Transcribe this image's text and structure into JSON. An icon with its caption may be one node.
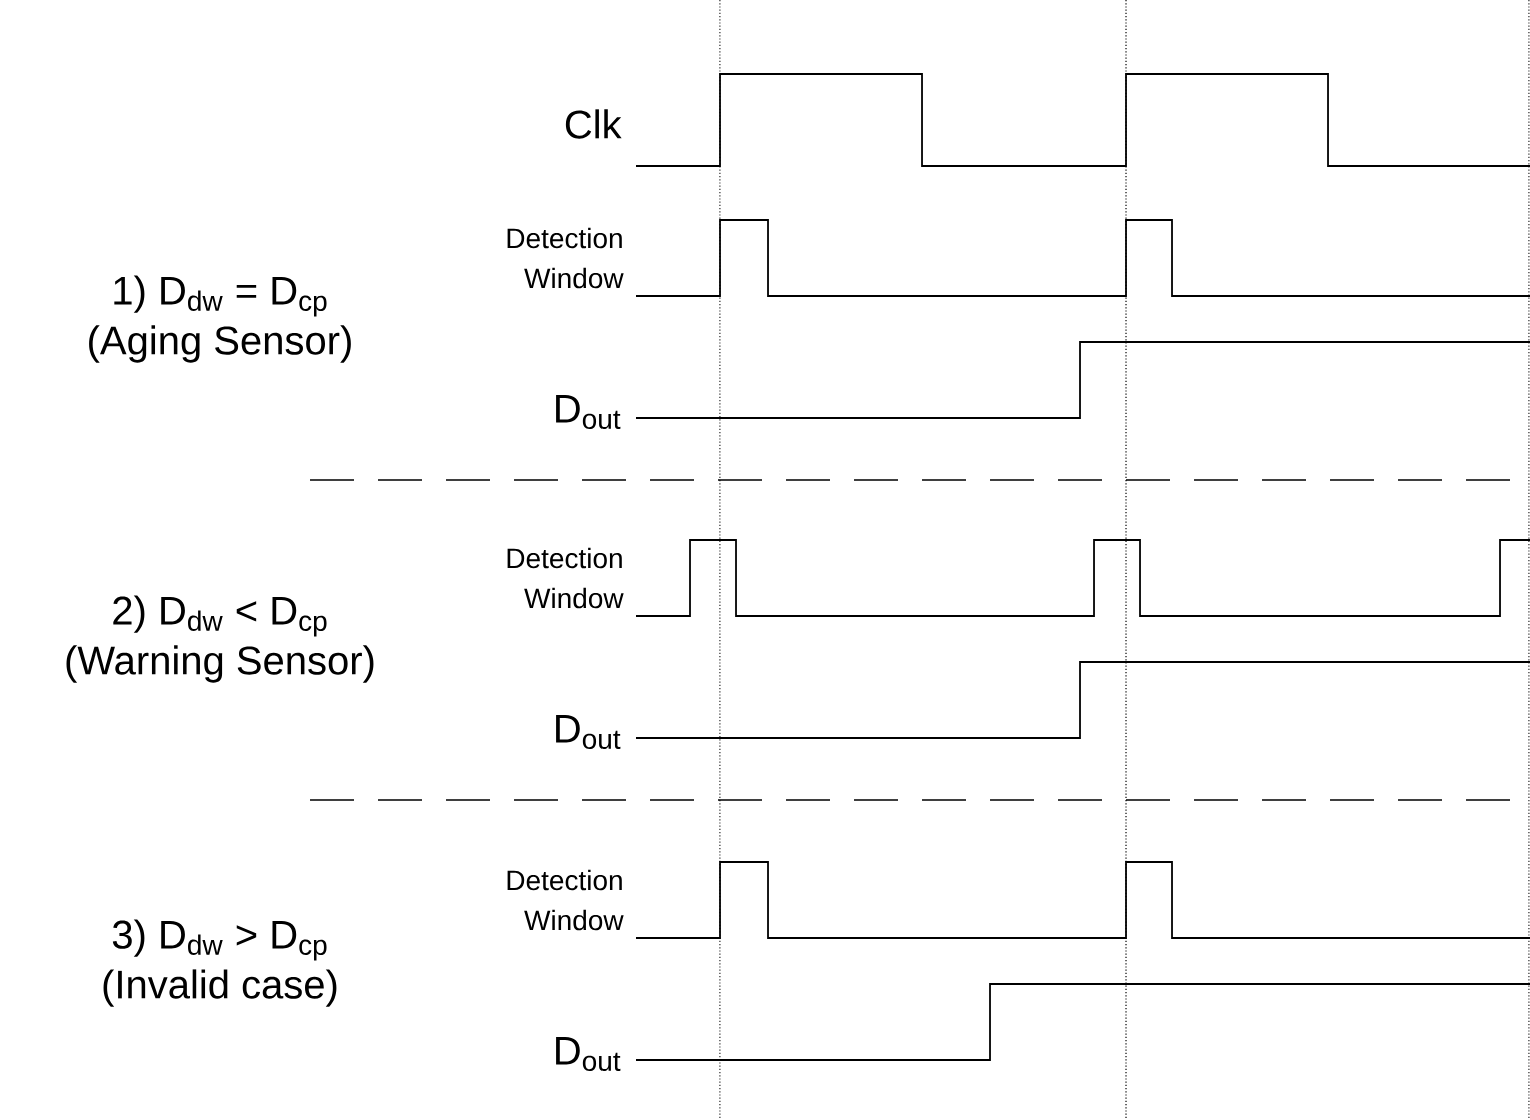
{
  "diagram": {
    "labels": [
      "Clk",
      "Detection Window",
      "1) D$_{dw}$ = D$_{cp}$",
      "(Aging Sensor)",
      "D$_{out}$",
      "Detection Window",
      "2) D$_{dw}$ < D$_{cp}$",
      "(Warning Sensor)",
      "D$_{out}$",
      "Detection Window",
      "3) D$_{dw}$ > D$_{cp}$",
      "(Invalid case)",
      "D$_{out}$"
    ]
  }
}
